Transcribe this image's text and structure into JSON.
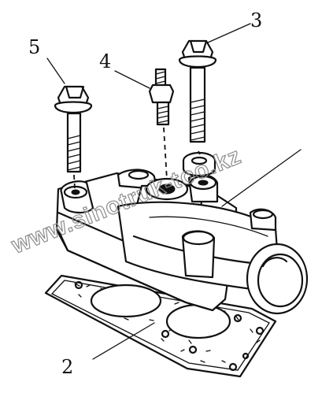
{
  "callouts": {
    "bolt_long": "3",
    "stud": "4",
    "bolt_short": "5",
    "gasket": "2"
  },
  "watermark": "www.sinotruk-too.kz",
  "colors": {
    "ink": "#111111",
    "watermark": "#8c8c8c",
    "background": "#ffffff"
  }
}
